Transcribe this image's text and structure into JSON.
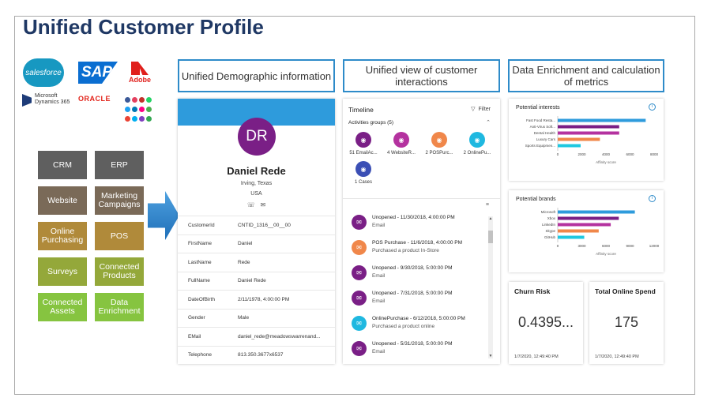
{
  "title": "Unified Customer Profile",
  "logos": {
    "salesforce": "salesforce",
    "sap": "SAP",
    "adobe": "Adobe",
    "microsoft_line1": "Microsoft",
    "microsoft_line2": "Dynamics 365",
    "oracle": "ORACLE",
    "social_colors": [
      "#3b5998",
      "#e4405f",
      "#c4302b",
      "#25d366",
      "#1da1f2",
      "#0077b5",
      "#ff0084",
      "#4caf50",
      "#ea4335",
      "#00aff0",
      "#7f3fbf",
      "#34a853"
    ]
  },
  "sources": [
    {
      "label": "CRM",
      "color": "#5f5f5f"
    },
    {
      "label": "ERP",
      "color": "#5f5f5f"
    },
    {
      "label": "Website",
      "color": "#7a6a58"
    },
    {
      "label": "Marketing Campaigns",
      "color": "#7a6a58"
    },
    {
      "label": "Online Purchasing",
      "color": "#b08a3a"
    },
    {
      "label": "POS",
      "color": "#b08a3a"
    },
    {
      "label": "Surveys",
      "color": "#94a83a"
    },
    {
      "label": "Connected Products",
      "color": "#94a83a"
    },
    {
      "label": "Connected Assets",
      "color": "#86c440"
    },
    {
      "label": "Data Enrichment",
      "color": "#86c440"
    }
  ],
  "headers": {
    "demographic": "Unified Demographic information",
    "interactions": "Unified view of customer interactions",
    "enrichment": "Data Enrichment and calculation of metrics"
  },
  "contact": {
    "initials": "DR",
    "name": "Daniel Rede",
    "city": "Irving, Texas",
    "country": "USA",
    "fields": [
      {
        "key": "CustomerId",
        "value": "CNTID_1316__00__00"
      },
      {
        "key": "FirstName",
        "value": "Daniel"
      },
      {
        "key": "LastName",
        "value": "Rede"
      },
      {
        "key": "FullName",
        "value": "Daniel Rede"
      },
      {
        "key": "DateOfBirth",
        "value": "2/11/1978, 4:00:00 PM"
      },
      {
        "key": "Gender",
        "value": "Male"
      },
      {
        "key": "EMail",
        "value": "daniel_rede@meadowswarrenand..."
      },
      {
        "key": "Telephone",
        "value": "813.350.3677x6537"
      }
    ]
  },
  "timeline": {
    "title": "Timeline",
    "filter": "Filter",
    "groups": "Activities groups (5)",
    "activities": [
      {
        "label": "51 EmailAc...",
        "color": "#7a1f86"
      },
      {
        "label": "4 WebsiteR...",
        "color": "#b4329f"
      },
      {
        "label": "2 POSPurc...",
        "color": "#f0874a"
      },
      {
        "label": "2 OnlinePu...",
        "color": "#1fb8e0"
      },
      {
        "label": "1 Cases",
        "color": "#3b4fb5"
      }
    ],
    "entries": [
      {
        "line1": "Unopened - 11/30/2018, 4:00:00 PM",
        "line2": "Email",
        "color": "#7a1f86"
      },
      {
        "line1": "POS Purchase - 11/6/2018, 4:00:00 PM",
        "line2": "Purchased a product In-Store",
        "color": "#f0874a"
      },
      {
        "line1": "Unopened - 9/30/2018, 5:00:00 PM",
        "line2": "Email",
        "color": "#7a1f86"
      },
      {
        "line1": "Unopened - 7/31/2018, 5:00:00 PM",
        "line2": "Email",
        "color": "#7a1f86"
      },
      {
        "line1": "OnlinePurchase - 6/12/2018, 5:00:00 PM",
        "line2": "Purchased a product online",
        "color": "#1fb8e0"
      },
      {
        "line1": "Unopened - 5/31/2018, 5:00:00 PM",
        "line2": "Email",
        "color": "#7a1f86"
      }
    ]
  },
  "chart_data": [
    {
      "type": "bar",
      "title": "Potential interests",
      "orientation": "horizontal",
      "categories": [
        "Fast Food Resta...",
        "Anti-Virus Soft...",
        "Dental Health",
        "Luxury Cars",
        "Sports Equipmen..."
      ],
      "values": [
        7300,
        5100,
        5100,
        3500,
        1900
      ],
      "colors": [
        "#2e9bdc",
        "#7a1f86",
        "#b4329f",
        "#f0874a",
        "#1fc8e0"
      ],
      "xticks": [
        0,
        2000,
        4000,
        6000,
        8000
      ],
      "xlabel": "Affinity score",
      "xlim": [
        0,
        8000
      ]
    },
    {
      "type": "bar",
      "title": "Potential brands",
      "orientation": "horizontal",
      "categories": [
        "Microsoft",
        "Xbox",
        "LinkedIn",
        "Skype",
        "GitHub"
      ],
      "values": [
        9600,
        7600,
        6600,
        5100,
        3300
      ],
      "colors": [
        "#2e9bdc",
        "#7a1f86",
        "#b4329f",
        "#f0874a",
        "#1fc8e0"
      ],
      "xticks": [
        0,
        3000,
        6000,
        9000,
        12000
      ],
      "xlabel": "Affinity score",
      "xlim": [
        0,
        12000
      ]
    }
  ],
  "metrics": [
    {
      "title": "Churn Risk",
      "value": "0.4395...",
      "date": "1/7/2020, 12:49:40 PM"
    },
    {
      "title": "Total Online Spend",
      "value": "175",
      "date": "1/7/2020, 12:49:40 PM"
    }
  ]
}
